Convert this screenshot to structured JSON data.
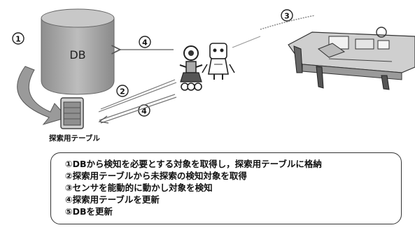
{
  "db": {
    "label": "DB"
  },
  "table": {
    "caption": "探索用テーブル"
  },
  "markers": [
    "①",
    "②",
    "③",
    "④",
    "④"
  ],
  "steps": [
    "①DBから検知を必要とする対象を取得し，探索用テーブルに格納",
    "②探索用テーブルから未探索の検知対象を取得",
    "③センサを能動的に動かし対象を検知",
    "④探索用テーブルを更新",
    "⑤DBを更新"
  ],
  "icons": [
    "database-cylinder",
    "table-screen-icon",
    "robot-icon",
    "robot-icon",
    "desk-scene"
  ],
  "colors": {
    "db_fill": "#a9a9a9",
    "arrow_gray": "#7a7a7a",
    "outline": "#333333"
  }
}
